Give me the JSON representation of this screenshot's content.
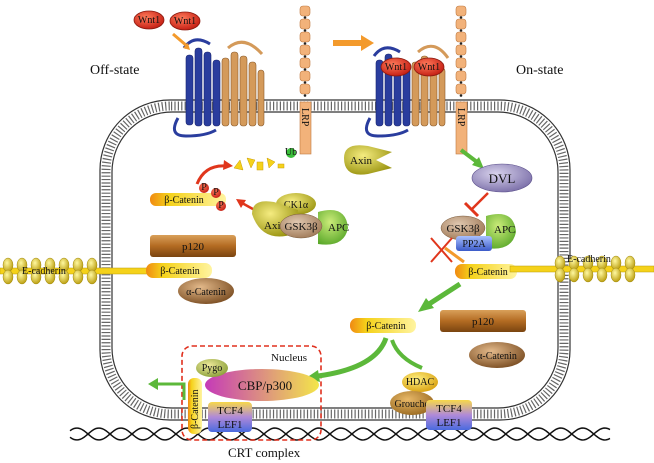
{
  "labels": {
    "off_state": "Off-state",
    "on_state": "On-state",
    "wnt1": "Wnt1",
    "lrp": "LRP",
    "axin": "Axin",
    "dvl": "DVL",
    "gsk3b": "GSK3β",
    "apc": "APC",
    "ck1a": "CK1α",
    "pp2a": "PP2A",
    "beta_catenin": "β-Catenin",
    "alpha_catenin": "α-Catenin",
    "p120": "p120",
    "e_cadherin": "E-cadherin",
    "nucleus": "Nucleus",
    "pygo": "Pygo",
    "cbp_p300": "CBP/p300",
    "hdac": "HDAC",
    "groucho": "Groucho",
    "tcf4": "TCF4",
    "lef1": "LEF1",
    "crt_complex": "CRT complex",
    "ub": "Ub",
    "p": "P"
  },
  "colors": {
    "wnt_red": "#d8261c",
    "receptor_blue": "#2a3d9e",
    "receptor_tan": "#d49a5a",
    "lrp_orange": "#f2b27a",
    "arrow_green": "#5cb83a",
    "arrow_orange": "#f39a2c",
    "arrow_red": "#e0361c",
    "catenin_yellow": "#f5d21a",
    "p120_brown": "#b36b22",
    "alpha_brown": "#8a5a2e",
    "dvl_purple": "#9a8ec0",
    "nucleus_border": "#e0301e"
  }
}
